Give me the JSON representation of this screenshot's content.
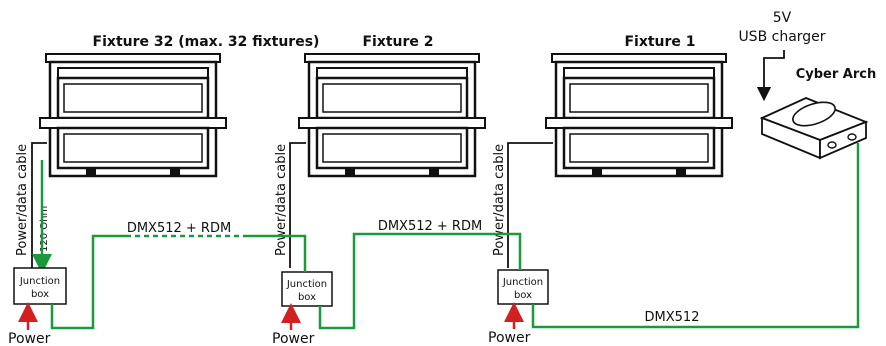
{
  "fixtures": [
    {
      "title": "Fixture 32 (max. 32 fixtures)",
      "cable_label": "Power/data cable",
      "terminator": "120 Ohm",
      "junction_box": [
        "Junction",
        "box"
      ],
      "power": "Power"
    },
    {
      "title": "Fixture 2",
      "cable_label": "Power/data cable",
      "junction_box": [
        "Junction",
        "box"
      ],
      "power": "Power"
    },
    {
      "title": "Fixture 1",
      "cable_label": "Power/data cable",
      "junction_box": [
        "Junction",
        "box"
      ],
      "power": "Power"
    }
  ],
  "controller": {
    "name": "Cyber Arch",
    "charger_line1": "5V",
    "charger_line2": "USB charger"
  },
  "links": {
    "left": "DMX512 + RDM",
    "middle": "DMX512 + RDM",
    "bottom": "DMX512"
  },
  "colors": {
    "data_line": "#1a9a3c",
    "power_arrow": "#d21f1f",
    "terminator_arrow": "#1a9a3c",
    "outline": "#111111"
  }
}
